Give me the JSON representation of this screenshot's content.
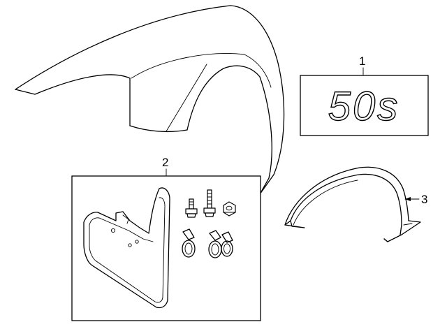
{
  "callouts": [
    {
      "number": "1"
    },
    {
      "number": "2"
    },
    {
      "number": "3"
    }
  ],
  "emblem": {
    "text": "50s"
  },
  "colors": {
    "line": "#000000",
    "background": "#ffffff"
  }
}
